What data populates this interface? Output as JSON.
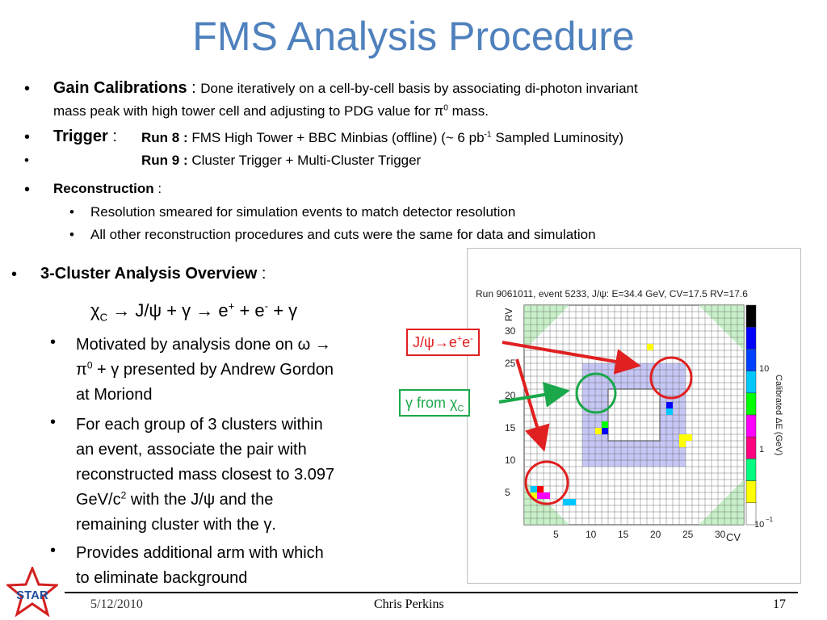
{
  "title": "FMS Analysis Procedure",
  "bullets": {
    "gain_label": "Gain Calibrations",
    "gain_sep": " : ",
    "gain_text_1": "Done iteratively on a cell-by-cell basis by associating di-photon invariant",
    "gain_text_2": "mass peak with high tower cell and adjusting to PDG value for π",
    "gain_sup": "0",
    "gain_text_3": " mass.",
    "trigger_label": "Trigger",
    "trigger_sep": " : ",
    "run8_label": "Run 8 :",
    "run8_text": " FMS High Tower + BBC Minbias (offline)  (~ 6 pb",
    "run8_sup": "-1",
    "run8_text_2": " Sampled Luminosity)",
    "run9_label": "Run 9 :",
    "run9_text": " Cluster Trigger + Multi-Cluster Trigger",
    "reco_label": "Reconstruction",
    "reco_sep": " :",
    "reco_sub1": "Resolution smeared for simulation events to match detector resolution",
    "reco_sub2": "All other reconstruction procedures and cuts were the same for data and simulation"
  },
  "cluster": {
    "label": "3-Cluster Analysis Overview",
    "sep": " :",
    "eq_chi": "χ",
    "eq_sub": "C",
    "eq_text_1": " → J/ψ + γ → e",
    "eq_sup_plus": "+",
    "eq_text_2": " + e",
    "eq_sup_minus": "-",
    "eq_text_3": " + γ",
    "sub1_line1": "Motivated by analysis done on ω →",
    "sub1_line2a": "π",
    "sub1_sup": "0",
    "sub1_line2b": " + γ presented by Andrew Gordon",
    "sub1_line3": "at Moriond",
    "sub2_line1": "For each group of 3 clusters within",
    "sub2_line2": "an event, associate the pair with",
    "sub2_line3": "reconstructed mass closest to 3.097",
    "sub2_line4a": "GeV/c",
    "sub2_sup": "2",
    "sub2_line4b": " with the J/ψ and the",
    "sub2_line5": "remaining cluster with the γ.",
    "sub3_line1": "Provides additional arm with which",
    "sub3_line2": "to eliminate background"
  },
  "plot": {
    "header": "Run 9061011, event 5233, J/ψ: E=34.4 GeV, CV=17.5 RV=17.6",
    "y_axis_title": "RV",
    "x_axis_title": "CV",
    "x_ticks": [
      "5",
      "10",
      "15",
      "20",
      "25",
      "30"
    ],
    "y_ticks": [
      "5",
      "10",
      "15",
      "20",
      "25",
      "30"
    ],
    "z_axis_title": "Calibrated ΔE (GeV)",
    "z_ticks": [
      "10",
      "1",
      "10"
    ],
    "z_sup_low": "−1",
    "callout_jpsi_a": "J/ψ→e",
    "callout_jpsi_sup1": "+",
    "callout_jpsi_b": "e",
    "callout_jpsi_sup2": "-",
    "callout_gamma_a": "γ  from χ",
    "callout_gamma_sub": "C",
    "colors": {
      "red": "#e02020",
      "green": "#1aa84a",
      "blue_cells": "#9999ee"
    }
  },
  "footer": {
    "date": "5/12/2010",
    "author": "Chris Perkins",
    "page": "17",
    "logo_text": "STAR"
  }
}
